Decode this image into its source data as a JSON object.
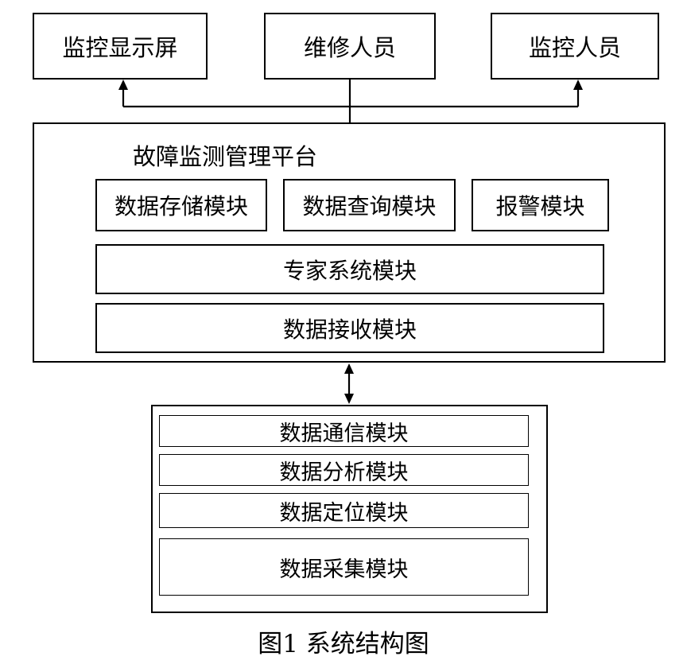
{
  "top_nodes": [
    {
      "label": "监控显示屏"
    },
    {
      "label": "维修人员"
    },
    {
      "label": "监控人员"
    }
  ],
  "platform": {
    "title": "故障监测管理平台",
    "row_modules": [
      {
        "label": "数据存储模块"
      },
      {
        "label": "数据查询模块"
      },
      {
        "label": "报警模块"
      }
    ],
    "expert_module": "专家系统模块",
    "receive_module": "数据接收模块"
  },
  "device": {
    "modules": [
      {
        "label": "数据通信模块"
      },
      {
        "label": "数据分析模块"
      },
      {
        "label": "数据定位模块"
      },
      {
        "label": "数据采集模块"
      }
    ]
  },
  "caption": "图1 系统结构图",
  "colors": {
    "stroke": "#000000",
    "background": "#ffffff"
  }
}
